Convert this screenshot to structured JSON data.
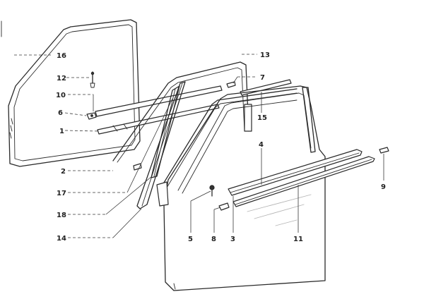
{
  "diagram": {
    "callouts": {
      "c1": "1",
      "c2": "2",
      "c3": "3",
      "c4": "4",
      "c5": "5",
      "c6": "6",
      "c7": "7",
      "c8": "8",
      "c9": "9",
      "c10": "10",
      "c11": "11",
      "c12": "12",
      "c13": "13",
      "c14": "14",
      "c15": "15",
      "c16": "16",
      "c17": "17",
      "c18": "18"
    }
  },
  "colors": {
    "line": "#2a2a2a",
    "background": "#ffffff"
  }
}
